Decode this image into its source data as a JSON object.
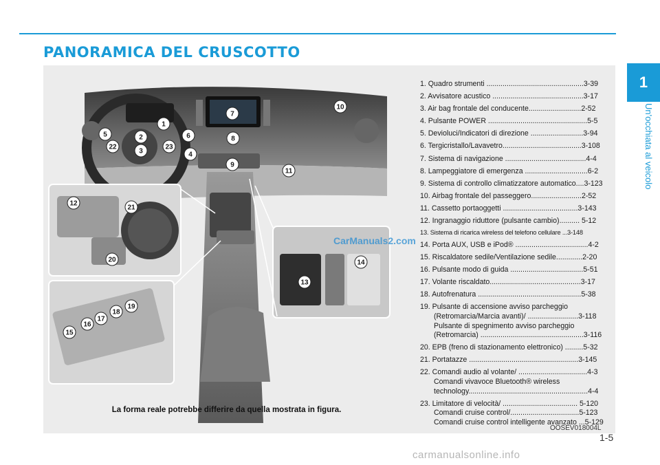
{
  "header": {
    "title": "PANORAMICA DEL CRUSCOTTO",
    "chapter_number": "1",
    "chapter_title": "Un'occhiata al veicolo"
  },
  "figure": {
    "callouts": [
      "1",
      "2",
      "3",
      "4",
      "5",
      "6",
      "7",
      "8",
      "9",
      "10",
      "11",
      "12",
      "13",
      "14",
      "15",
      "16",
      "17",
      "18",
      "19",
      "20",
      "21",
      "22",
      "23"
    ],
    "caption": "La forma reale potrebbe differire da quella mostrata in figura.",
    "code": "OOSEV018004L"
  },
  "items": [
    {
      "text": "1. Quadro strumenti ................................................3-39"
    },
    {
      "text": "2. Avvisatore acustico .............................................3-17"
    },
    {
      "text": "3. Air bag frontale del conducente..........................2-52"
    },
    {
      "text": "4. Pulsante POWER .................................................5-5"
    },
    {
      "text": "5. Devioluci/Indicatori di direzione ..........................3-94"
    },
    {
      "text": "6. Tergicristallo/Lavavetro.......................................3-108"
    },
    {
      "text": "7. Sistema di navigazione ........................................4-4"
    },
    {
      "text": "8. Lampeggiatore di emergenza ...............................6-2"
    },
    {
      "text": "9. Sistema di controllo climatizzatore automatico....3-123"
    },
    {
      "text": "10. Airbag frontale del passeggero.........................2-52"
    },
    {
      "text": "11. Cassetto portaoggetti .....................................3-143"
    },
    {
      "text": "12. Ingranaggio riduttore (pulsante cambio).......... 5-12"
    },
    {
      "text": "13. Sistema di ricarica wireless del telefono cellulare ...3-148",
      "small": true
    },
    {
      "text": "14. Porta AUX, USB e iPod® ....................................4-2"
    },
    {
      "text": "15. Riscaldatore sedile/Ventilazione sedile.............2-20"
    },
    {
      "text": "16. Pulsante modo di guida ....................................5-51"
    },
    {
      "text": "17. Volante riscaldato.............................................3-17"
    },
    {
      "text": "18. Autofrenatura ...................................................5-38"
    },
    {
      "text": "19. Pulsante di accensione avviso parcheggio",
      "cont": [
        "(Retromarcia/Marcia avanti)/ .........................3-118",
        "Pulsante di spegnimento avviso parcheggio",
        "(Retromarcia) ...................................................3-116"
      ]
    },
    {
      "text": "20. EPB (freno di stazionamento elettronico) .........5-32"
    },
    {
      "text": "21. Portatazze ......................................................3-145"
    },
    {
      "text": "22. Comandi audio al volante/ ..................................4-3",
      "cont": [
        "Comandi vivavoce Bluetooth® wireless",
        "technology...........................................................4-4"
      ]
    },
    {
      "text": "23. Limitatore di velocità/ ..................................... 5-120",
      "cont": [
        "Comandi cruise control/..................................5-123",
        "Comandi cruise control intelligente avanzato ...5-129"
      ]
    }
  ],
  "footer": {
    "page_number": "1-5",
    "watermark_top": "CarManuals2.com",
    "watermark_bottom": "carmanualsonline.info"
  },
  "colors": {
    "accent": "#1a9bd7",
    "panel": "#ececec"
  }
}
